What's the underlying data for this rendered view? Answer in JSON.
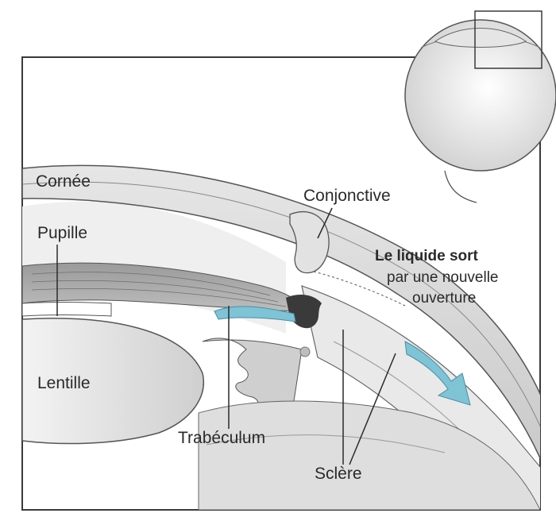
{
  "labels": {
    "cornea": "Cornée",
    "conjunctiva": "Conjonctive",
    "pupil": "Pupille",
    "fluid_line1": "Le liquide sort",
    "fluid_line2": "par une nouvelle",
    "fluid_line3": "ouverture",
    "lens": "Lentille",
    "trabeculum": "Trabéculum",
    "sclera": "Sclère"
  },
  "colors": {
    "frame": "#3a3a3a",
    "fluid_arrow": "#7ec3d6",
    "tissue": "#d9d9d9"
  }
}
